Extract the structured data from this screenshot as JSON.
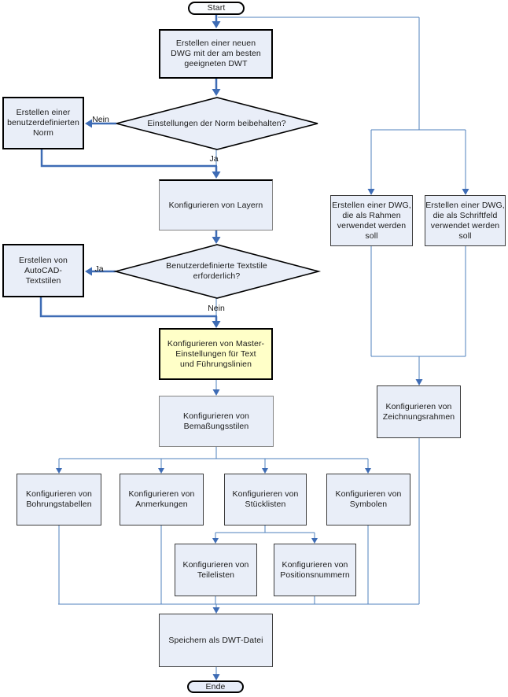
{
  "diagram": {
    "nodes": {
      "start": "Start",
      "create_new_dwg": "Erstellen einer neuen\nDWG mit der am besten\ngeeigneten DWT",
      "decision_keep_standard": "Einstellungen der Norm beibehalten?",
      "create_custom_standard": "Erstellen einer\nbenutzerdefinierten\nNorm",
      "configure_layers": "Konfigurieren von Layern",
      "decision_custom_text_styles": "Benutzerdefinierte Textstile\nerforderlich?",
      "create_autocad_text_styles": "Erstellen von\nAutoCAD-\nTextstilen",
      "configure_master_text": "Konfigurieren von Master-\nEinstellungen für Text\nund Führungslinien",
      "configure_dim_styles": "Konfigurieren von\nBemaßungsstilen",
      "configure_hole_tables": "Konfigurieren von\nBohrungstabellen",
      "configure_annotations": "Konfigurieren von\nAnmerkungen",
      "configure_parts_lists": "Konfigurieren von\nStücklisten",
      "configure_symbols": "Konfigurieren von\nSymbolen",
      "configure_part_lists": "Konfigurieren von\nTeilelisten",
      "configure_balloons": "Konfigurieren von\nPositionsnummern",
      "create_dwg_border": "Erstellen einer DWG,\ndie als Rahmen\nverwendet werden\nsoll",
      "create_dwg_titleblock": "Erstellen einer DWG,\ndie als Schriftfeld\nverwendet werden\nsoll",
      "configure_drawing_borders": "Konfigurieren von\nZeichnungsrahmen",
      "save_as_dwt": "Speichern als DWT-Datei",
      "end": "Ende"
    },
    "edge_labels": {
      "no1": "Nein",
      "yes1": "Ja",
      "yes2": "Ja",
      "no2": "Nein"
    },
    "colors": {
      "node_fill": "#e9eef8",
      "highlight_fill": "#ffffc8",
      "line": "#4f81bd",
      "arrow": "#3e6cb5",
      "border_strong": "#000000",
      "border_thin": "#3c3c3c"
    }
  }
}
